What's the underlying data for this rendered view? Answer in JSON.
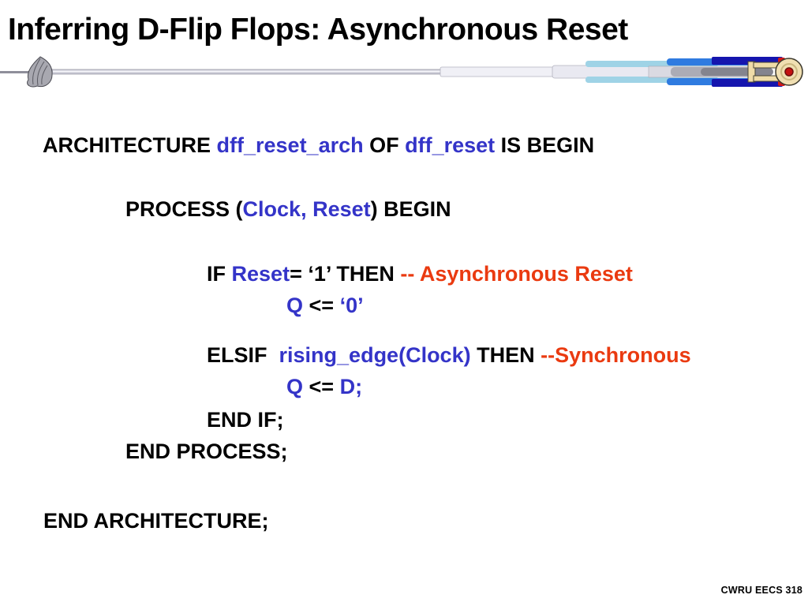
{
  "slide": {
    "title": "Inferring D-Flip Flops: Asynchronous Reset",
    "footer": "CWRU EECS 318"
  },
  "palette": {
    "text_black": "#000000",
    "identifier_blue": "#3434C8",
    "comment_red": "#EA3A10",
    "background": "#FFFFFF",
    "divider_silver": "#E9E9F1",
    "divider_light_blue": "#9FD3E6",
    "divider_blue": "#2F7BE0",
    "divider_dark_blue": "#1515AE",
    "divider_hull_tan": "#F0DFB2",
    "divider_red_dot": "#C41111"
  },
  "code": {
    "lines": [
      {
        "segments": [
          {
            "text": "ARCHITECTURE ",
            "color": "text_black"
          },
          {
            "text": "dff_reset_arch",
            "color": "identifier_blue"
          },
          {
            "text": " OF ",
            "color": "text_black"
          },
          {
            "text": "dff_reset",
            "color": "identifier_blue"
          },
          {
            "text": " IS BEGIN",
            "color": "text_black"
          }
        ]
      },
      {
        "segments": [
          {
            "text": "PROCESS (",
            "color": "text_black"
          },
          {
            "text": "Clock, Reset",
            "color": "identifier_blue"
          },
          {
            "text": ") BEGIN",
            "color": "text_black"
          }
        ]
      },
      {
        "segments": [
          {
            "text": "IF ",
            "color": "text_black"
          },
          {
            "text": "Reset",
            "color": "identifier_blue"
          },
          {
            "text": "= ‘1’ THEN ",
            "color": "text_black"
          },
          {
            "text": "-- Asynchronous Reset",
            "color": "comment_red"
          }
        ]
      },
      {
        "segments": [
          {
            "text": "Q",
            "color": "identifier_blue"
          },
          {
            "text": " <= ",
            "color": "text_black"
          },
          {
            "text": "‘0’",
            "color": "identifier_blue"
          }
        ]
      },
      {
        "segments": [
          {
            "text": "ELSIF  ",
            "color": "text_black"
          },
          {
            "text": "rising_edge(Clock)",
            "color": "identifier_blue"
          },
          {
            "text": " THEN ",
            "color": "text_black"
          },
          {
            "text": "--Synchronous",
            "color": "comment_red"
          }
        ]
      },
      {
        "segments": [
          {
            "text": "Q",
            "color": "identifier_blue"
          },
          {
            "text": " <= ",
            "color": "text_black"
          },
          {
            "text": "D;",
            "color": "identifier_blue"
          }
        ]
      },
      {
        "segments": [
          {
            "text": "END IF;",
            "color": "text_black"
          }
        ]
      },
      {
        "segments": [
          {
            "text": "END PROCESS;",
            "color": "text_black"
          }
        ]
      },
      {
        "segments": [
          {
            "text": "END ARCHITECTURE;",
            "color": "text_black"
          }
        ]
      }
    ]
  }
}
